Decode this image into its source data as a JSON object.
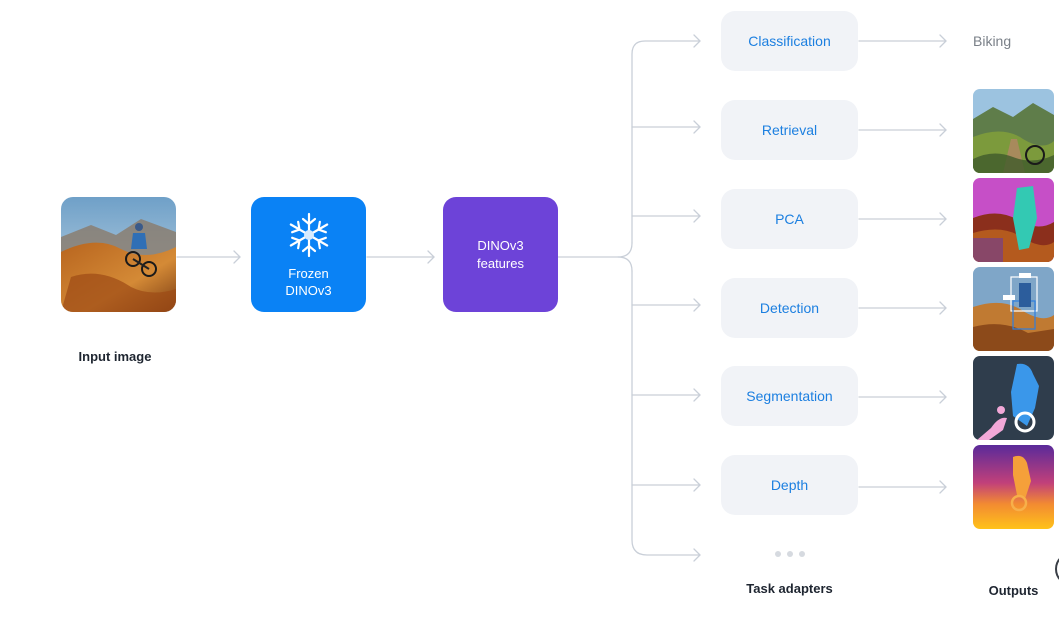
{
  "pipeline": {
    "input_caption": "Input image",
    "frozen_line1": "Frozen",
    "frozen_line2": "DINOv3",
    "features_line1": "DINOv3",
    "features_line2": "features"
  },
  "tasks": [
    {
      "label": "Classification"
    },
    {
      "label": "Retrieval"
    },
    {
      "label": "PCA"
    },
    {
      "label": "Detection"
    },
    {
      "label": "Segmentation"
    },
    {
      "label": "Depth"
    }
  ],
  "task_adapters_caption": "Task adapters",
  "outputs": {
    "caption": "Outputs",
    "classification_result": "Biking",
    "thumbnails": [
      "retrieval-output-image",
      "pca-output-image",
      "detection-output-image",
      "segmentation-output-image",
      "depth-output-image"
    ]
  },
  "icons": [
    "snowflake-icon",
    "more-dots-icon"
  ],
  "colors": {
    "frozen_box": "#0a82f5",
    "features_box": "#6d43d8",
    "task_box": "#f1f3f7",
    "task_text": "#1c7fe0",
    "connector": "#c9cfd8"
  }
}
